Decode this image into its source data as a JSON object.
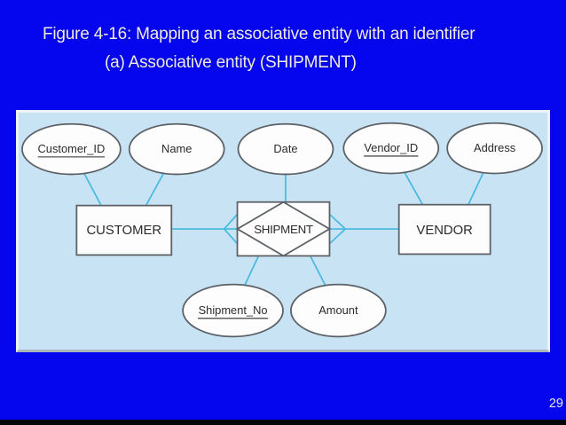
{
  "slide": {
    "title_line1": "Figure 4-16: Mapping an associative entity with an identifier",
    "title_line2": "(a) Associative entity (SHIPMENT)",
    "page_number": "29"
  },
  "colors": {
    "background": "#0505ee",
    "panel_fill": "#c8e3f4",
    "panel_border": "#eef2f6",
    "connector_line": "#45b8e0",
    "shape_stroke": "#5c6166",
    "shape_fill": "#fdfdfe",
    "label_text": "#2b2b2b",
    "title_text": "#efebe3",
    "footer_strip": "#060606"
  },
  "diagram": {
    "type": "er-diagram",
    "attributes": [
      {
        "label": "Customer_ID",
        "primary_key": true,
        "attached_to": "CUSTOMER"
      },
      {
        "label": "Name",
        "primary_key": false,
        "attached_to": "CUSTOMER"
      },
      {
        "label": "Date",
        "primary_key": false,
        "attached_to": "SHIPMENT"
      },
      {
        "label": "Vendor_ID",
        "primary_key": true,
        "attached_to": "VENDOR"
      },
      {
        "label": "Address",
        "primary_key": false,
        "attached_to": "VENDOR"
      },
      {
        "label": "Shipment_No",
        "primary_key": true,
        "attached_to": "SHIPMENT"
      },
      {
        "label": "Amount",
        "primary_key": false,
        "attached_to": "SHIPMENT"
      }
    ],
    "entities": [
      {
        "label": "CUSTOMER"
      },
      {
        "label": "VENDOR"
      }
    ],
    "associative_entity": {
      "label": "SHIPMENT"
    },
    "relationships": [
      {
        "from": "CUSTOMER",
        "to": "SHIPMENT",
        "many_at": "SHIPMENT"
      },
      {
        "from": "VENDOR",
        "to": "SHIPMENT",
        "many_at": "SHIPMENT"
      }
    ]
  }
}
